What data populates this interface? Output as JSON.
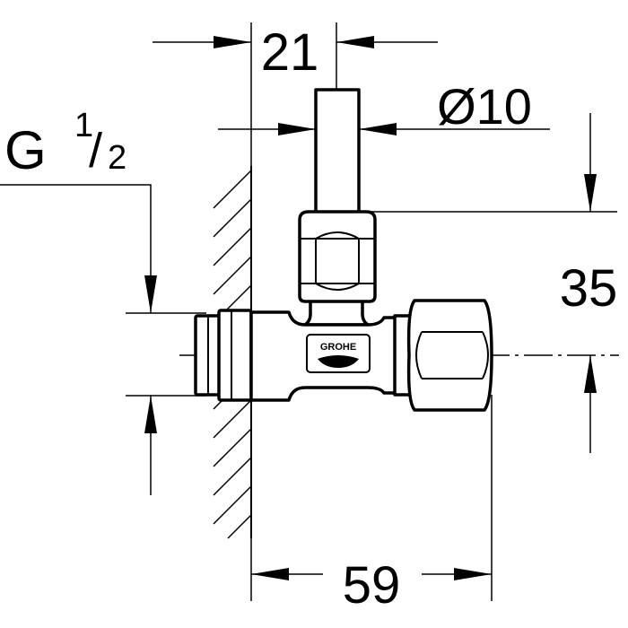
{
  "dimensions": {
    "thread": {
      "letter": "G",
      "numerator": "1",
      "slash": "/",
      "denominator": "2"
    },
    "pipe_offset": "21",
    "pipe_diameter": "Ø10",
    "outlet_height": "35",
    "overall_length": "59"
  },
  "logo": {
    "text": "GROHE"
  },
  "colors": {
    "line": "#000000",
    "background": "#ffffff"
  }
}
